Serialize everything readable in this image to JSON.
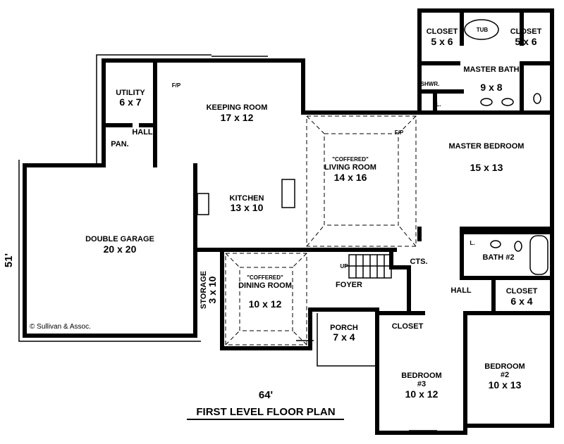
{
  "title": "FIRST LEVEL FLOOR PLAN",
  "dimensions": {
    "width": "64'",
    "depth": "51'"
  },
  "copyright": "© Sullivan & Assoc.",
  "rooms": {
    "closet_left": {
      "name": "CLOSET",
      "size": "5 x 6"
    },
    "closet_right": {
      "name": "CLOSET",
      "size": "5 x 6"
    },
    "tub": {
      "name": "TUB"
    },
    "master_bath": {
      "name": "MASTER BATH",
      "size": "9 x 8"
    },
    "shower": {
      "name": "SHWR."
    },
    "linen_master": {
      "name": "L."
    },
    "utility": {
      "name": "UTILITY",
      "size": "6 x 7"
    },
    "hall_small": {
      "name": "HALL"
    },
    "pantry": {
      "name": "PAN."
    },
    "fireplace_keeping": {
      "name": "F/P"
    },
    "keeping_room": {
      "name": "KEEPING ROOM",
      "size": "17 x 12"
    },
    "fireplace_living": {
      "name": "F/P"
    },
    "living_room": {
      "note": "\"COFFERED\"",
      "name": "LIVING ROOM",
      "size": "14 x 16"
    },
    "master_bedroom": {
      "name": "MASTER BEDROOM",
      "size": "15 x 13"
    },
    "kitchen": {
      "name": "KITCHEN",
      "size": "13 x 10"
    },
    "double_garage": {
      "name": "DOUBLE GARAGE",
      "size": "20 x 20"
    },
    "storage": {
      "name": "STORAGE",
      "size": "3 x 10"
    },
    "dining_room": {
      "note": "\"COFFERED\"",
      "name": "DINING ROOM",
      "size": "10 x 12"
    },
    "stairs": {
      "name": "UP"
    },
    "cts": {
      "name": "CTS."
    },
    "foyer": {
      "name": "FOYER"
    },
    "linen_bath2": {
      "name": "L."
    },
    "bath_2": {
      "name": "BATH #2"
    },
    "hall": {
      "name": "HALL"
    },
    "closet_6x4": {
      "name": "CLOSET",
      "size": "6 x 4"
    },
    "porch": {
      "name": "PORCH",
      "size": "7 x 4"
    },
    "closet_bed3": {
      "name": "CLOSET"
    },
    "bedroom_3": {
      "name": "BEDROOM",
      "num": "#3",
      "size": "10 x 12"
    },
    "bedroom_2": {
      "name": "BEDROOM",
      "num": "#2",
      "size": "10 x 13"
    }
  }
}
